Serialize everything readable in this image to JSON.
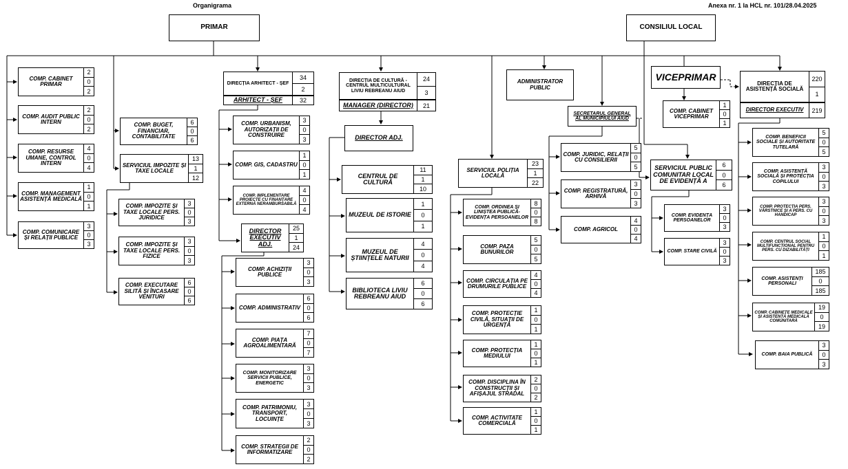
{
  "header": {
    "title": "Organigrama",
    "annex": "Anexa nr. 1 la HCL nr. 101/28.04.2025"
  },
  "top": {
    "primar": "PRIMAR",
    "consiliu": "CONSILIUL LOCAL",
    "viceprimar": "VICEPRIMAR"
  },
  "col1": [
    {
      "label": "COMP. CABINET PRIMAR",
      "nums": [
        "2",
        "0",
        "2"
      ]
    },
    {
      "label": "COMP. AUDIT PUBLIC INTERN",
      "nums": [
        "2",
        "0",
        "2"
      ]
    },
    {
      "label": "COMP. RESURSE UMANE, CONTROL INTERN",
      "nums": [
        "4",
        "0",
        "4"
      ]
    },
    {
      "label": "COMP. MANAGEMENT ASISTENȚĂ MEDICALĂ",
      "nums": [
        "1",
        "0",
        "1"
      ]
    },
    {
      "label": "COMP. COMUNICARE ȘI RELAȚII PUBLICE",
      "nums": [
        "3",
        "0",
        "3"
      ]
    }
  ],
  "col2": [
    {
      "label": "COMP. BUGET, FINANCIAR, CONTABILITATE",
      "nums": [
        "6",
        "0",
        "6"
      ]
    },
    {
      "label": "SERVICIUL IMPOZITE ȘI TAXE LOCALE",
      "nums": [
        "13",
        "1",
        "12"
      ]
    },
    {
      "label": "COMP. IMPOZITE ȘI TAXE LOCALE PERS. JURIDICE",
      "nums": [
        "3",
        "0",
        "3"
      ]
    },
    {
      "label": "COMP. IMPOZITE ȘI TAXE LOCALE PERS. FIZICE",
      "nums": [
        "3",
        "0",
        "3"
      ]
    },
    {
      "label": "COMP. EXECUTARE SILITĂ ȘI ÎNCASARE VENITURI",
      "nums": [
        "6",
        "0",
        "6"
      ]
    }
  ],
  "col3": {
    "directia": "DIRECȚIA ARHITECT - ȘEF",
    "dir_nums": [
      "34",
      "2"
    ],
    "arhitect": "ARHITECT - ȘEF",
    "arh_num": "32",
    "subs": [
      {
        "label": "COMP. URBANISM, AUTORIZAȚII DE CONSTRUIRE",
        "nums": [
          "3",
          "0",
          "3"
        ]
      },
      {
        "label": "COMP. GIS, CADASTRU",
        "nums": [
          "1",
          "0",
          "1"
        ]
      },
      {
        "label": "COMP. IMPLEMENTARE PROIECTE CU FINANȚARE EXTERNĂ NERAMBURSABILĂ",
        "nums": [
          "4",
          "0",
          "4"
        ]
      }
    ],
    "director": "DIRECTOR EXECUTIV ADJ.",
    "director_nums": [
      "25",
      "1",
      "24"
    ],
    "subs2": [
      {
        "label": "COMP. ACHIZIȚII PUBLICE",
        "nums": [
          "3",
          "0",
          "3"
        ]
      },
      {
        "label": "COMP. ADMINISTRATIV",
        "nums": [
          "6",
          "0",
          "6"
        ]
      },
      {
        "label": "COMP. PIAȚA AGROALIMENTARĂ",
        "nums": [
          "7",
          "0",
          "7"
        ]
      },
      {
        "label": "COMP. MONITORIZARE SERVICII PUBLICE, ENERGETIC",
        "nums": [
          "3",
          "0",
          "3"
        ]
      },
      {
        "label": "COMP. PATRIMONIU, TRANSPORT, LOCUINȚE",
        "nums": [
          "3",
          "0",
          "3"
        ]
      },
      {
        "label": "COMP. STRATEGII DE INFORMATIZARE",
        "nums": [
          "2",
          "0",
          "2"
        ]
      }
    ]
  },
  "col4": {
    "directia": "DIRECȚIA DE CULTURĂ - CENTRUL MULTICULTURAL LIVIU REBREANU AIUD",
    "dir_nums": [
      "24",
      "3"
    ],
    "manager": "MANAGER (DIRECTOR)",
    "manager_num": "21",
    "adj": "DIRECTOR ADJ.",
    "subs": [
      {
        "label": "CENTRUL DE CULTURĂ",
        "nums": [
          "11",
          "1",
          "10"
        ]
      },
      {
        "label": "MUZEUL DE ISTORIE",
        "nums": [
          "1",
          "0",
          "1"
        ]
      },
      {
        "label": "MUZEUL DE ȘTIINȚELE NATURII",
        "nums": [
          "4",
          "0",
          "4"
        ]
      },
      {
        "label": "BIBLIOTECA LIVIU REBREANU AIUD",
        "nums": [
          "6",
          "0",
          "6"
        ]
      }
    ]
  },
  "col5": {
    "admin": "ADMINISTRATOR PUBLIC",
    "politia": {
      "label": "SERVICIUL POLIȚIA LOCALĂ",
      "nums": [
        "23",
        "1",
        "22"
      ]
    },
    "subs": [
      {
        "label": "COMP. ORDINEA ȘI LINIȘTEA PUBLICĂ-EVIDENȚA PERSOANELOR",
        "nums": [
          "8",
          "0",
          "8"
        ]
      },
      {
        "label": "COMP. PAZA BUNURILOR",
        "nums": [
          "5",
          "0",
          "5"
        ]
      },
      {
        "label": "COMP. CIRCULAȚIA PE DRUMURILE PUBLICE",
        "nums": [
          "4",
          "0",
          "4"
        ]
      },
      {
        "label": "COMP. PROTECȚIE CIVILĂ, SITUAȚII DE URGENȚĂ",
        "nums": [
          "1",
          "0",
          "1"
        ]
      },
      {
        "label": "COMP. PROTECȚIA MEDIULUI",
        "nums": [
          "1",
          "0",
          "1"
        ]
      },
      {
        "label": "COMP. DISCIPLINA ÎN CONSTRUCȚII ȘI AFIȘAJUL STRADAL",
        "nums": [
          "2",
          "0",
          "2"
        ]
      },
      {
        "label": "COMP. ACTIVITATE COMERCIALĂ",
        "nums": [
          "1",
          "0",
          "1"
        ]
      }
    ]
  },
  "col6": {
    "secretar": "SECRETARUL GENERAL AL MUNICIPIULUI AIUD",
    "subs": [
      {
        "label": "COMP. JURIDIC, RELAȚII CU CONSILIERII",
        "nums": [
          "5",
          "0",
          "5"
        ]
      },
      {
        "label": "COMP. REGISTRATURĂ, ARHIVĂ",
        "nums": [
          "3",
          "0",
          "3"
        ]
      },
      {
        "label": "COMP. AGRICOL",
        "nums": [
          "4",
          "0",
          "4"
        ]
      }
    ]
  },
  "col7": {
    "cabinet": {
      "label": "COMP. CABINET VICEPRIMAR",
      "nums": [
        "1",
        "0",
        "1"
      ]
    },
    "serviciu": {
      "label": "SERVICIUL PUBLIC COMUNITAR LOCAL DE EVIDENȚĂ A",
      "nums": [
        "6",
        "0",
        "6"
      ]
    },
    "subs": [
      {
        "label": "COMP. EVIDENȚA PERSOANELOR",
        "nums": [
          "3",
          "0",
          "3"
        ]
      },
      {
        "label": "COMP. STARE CIVILĂ",
        "nums": [
          "3",
          "0",
          "3"
        ]
      }
    ]
  },
  "col8": {
    "directia": "DIRECȚIA DE ASISTENȚĂ SOCIALĂ",
    "dir_nums": [
      "220",
      "1"
    ],
    "director": "DIRECTOR EXECUTIV",
    "director_num": "219",
    "subs": [
      {
        "label": "COMP. BENEFICII SOCIALE ȘI AUTORITATE TUTELARĂ",
        "nums": [
          "5",
          "0",
          "5"
        ]
      },
      {
        "label": "COMP. ASISTENȚĂ SOCIALĂ ȘI PROTECȚIA COPILULUI",
        "nums": [
          "3",
          "0",
          "3"
        ]
      },
      {
        "label": "COMP. PROTECȚIA PERS. VÂRSTNICE ȘI A PERS. CU HANDICAP",
        "nums": [
          "3",
          "0",
          "3"
        ]
      },
      {
        "label": "COMP. CENTRUL SOCIAL MULTIFUNCȚIONAL PENTRU PERS. CU DIZABILITĂȚI",
        "nums": [
          "1",
          "0",
          "1"
        ]
      },
      {
        "label": "COMP. ASISTENȚI PERSONALI",
        "nums": [
          "185",
          "0",
          "185"
        ]
      },
      {
        "label": "COMP. CABINETE MEDICALE ȘI ASISTENȚĂ MEDICALĂ COMUNITARĂ",
        "nums": [
          "19",
          "0",
          "19"
        ]
      },
      {
        "label": "COMP. BAIA PUBLICĂ",
        "nums": [
          "3",
          "0",
          "3"
        ]
      }
    ]
  }
}
